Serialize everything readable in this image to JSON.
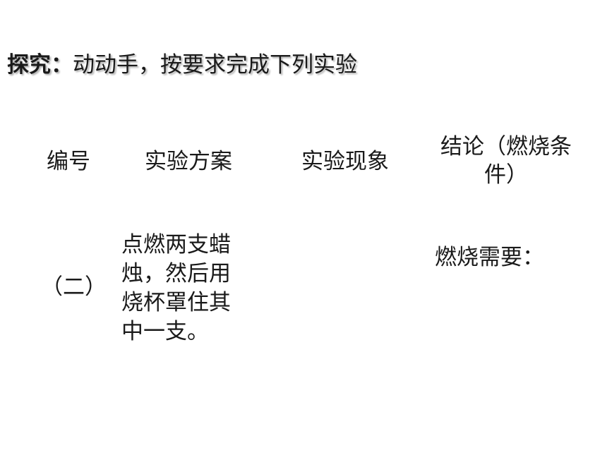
{
  "title": {
    "heading": "探究：",
    "instruction": "动动手，按要求完成下列实验"
  },
  "table": {
    "headers": {
      "number": "编号",
      "plan": "实验方案",
      "phenomenon": "实验现象",
      "conclusion": "结论（燃烧条件）"
    },
    "rows": [
      {
        "number": "（二）",
        "plan": "点燃两支蜡烛，然后用烧杯罩住其中一支。",
        "phenomenon": "",
        "conclusion": "燃烧需要："
      }
    ]
  }
}
